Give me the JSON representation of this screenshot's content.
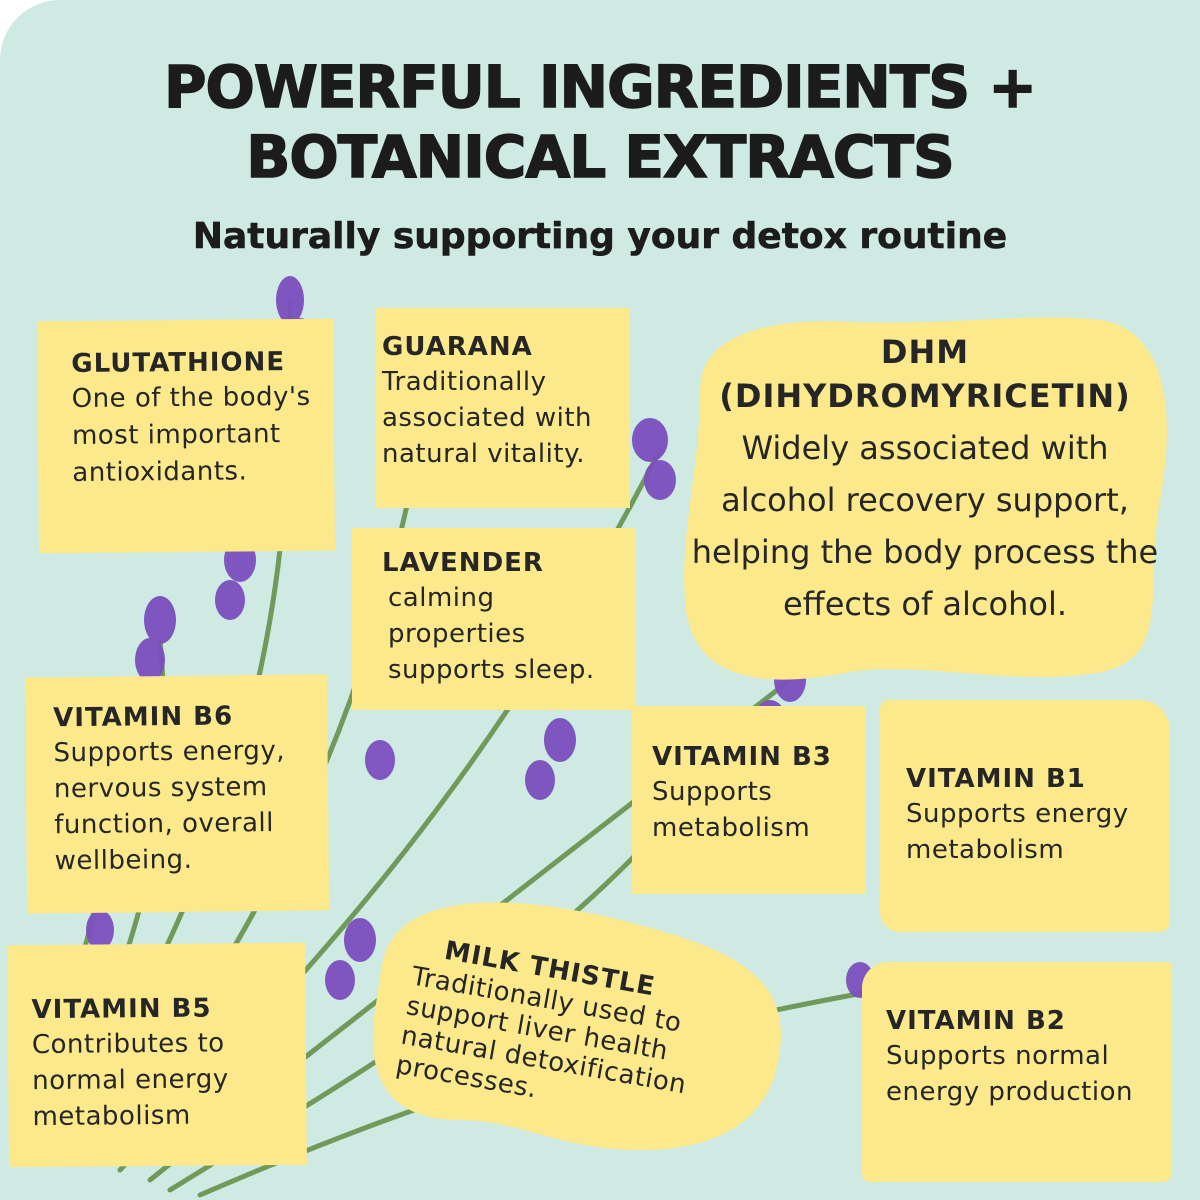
{
  "header": {
    "title_line1": "POWERFUL INGREDIENTS +",
    "title_line2": "BOTANICAL EXTRACTS",
    "subtitle": "Naturally supporting your detox routine"
  },
  "colors": {
    "background": "#cfeae3",
    "card": "#fce98c",
    "text": "#1c1c1c",
    "lavender": "#7b4fbf",
    "stem": "#6f9a5a"
  },
  "ingredients": {
    "glutathione": {
      "name": "GLUTATHIONE",
      "desc": "One of the body's most important antioxidants."
    },
    "guarana": {
      "name": "GUARANA",
      "desc": "Traditionally associated with natural vitality."
    },
    "dhm": {
      "name_line1": "DHM",
      "name_line2": "(DIHYDROMYRICETIN)",
      "desc": "Widely associated with alcohol recovery support, helping the body process the effects of alcohol."
    },
    "lavender": {
      "name": "LAVENDER",
      "desc": "calming properties supports sleep."
    },
    "vitamin_b6": {
      "name": "VITAMIN B6",
      "desc": "Supports energy, nervous system function, overall wellbeing."
    },
    "vitamin_b3": {
      "name": "VITAMIN B3",
      "desc": "Supports metabolism"
    },
    "vitamin_b1": {
      "name": "VITAMIN B1",
      "desc": "Supports energy metabolism"
    },
    "milk_thistle": {
      "name": "MILK THISTLE",
      "desc": "Traditionally used to support liver health natural detoxification processes."
    },
    "vitamin_b5": {
      "name": "VITAMIN B5",
      "desc": "Contributes to normal energy metabolism"
    },
    "vitamin_b2": {
      "name": "VITAMIN B2",
      "desc": "Supports normal energy production"
    }
  },
  "images": {
    "background_image": "lavender-sprigs-illustration"
  }
}
